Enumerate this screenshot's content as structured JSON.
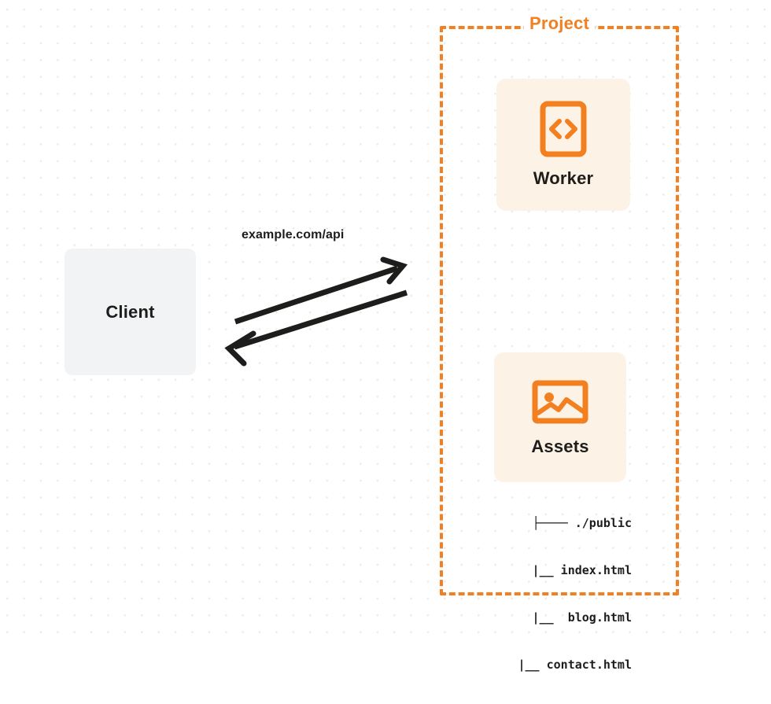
{
  "diagram": {
    "title": "Project architecture diagram",
    "background": {
      "dot_color": "#ececec",
      "page_color": "#ffffff"
    },
    "colors": {
      "accent_orange": "#f38020",
      "card_background": "#fdf2e6",
      "client_background": "#f2f3f4",
      "text_dark": "#1d1d1b",
      "arrow_color": "#1d1d1b"
    },
    "client": {
      "label": "Client"
    },
    "connection": {
      "label": "example.com/api",
      "request_arrow_name": "request-arrow",
      "response_arrow_name": "response-arrow"
    },
    "project": {
      "title": "Project",
      "border_style": "dashed",
      "services": [
        {
          "id": "worker",
          "label": "Worker",
          "icon": "code-brackets-icon"
        },
        {
          "id": "assets",
          "label": "Assets",
          "icon": "image-picture-icon"
        }
      ],
      "file_tree": {
        "lines": [
          "├──── ./public",
          "     |__ index.html",
          "     |__  blog.html",
          "|__ contact.html"
        ],
        "root": "./public",
        "files": [
          "index.html",
          "blog.html",
          "contact.html"
        ]
      }
    }
  }
}
